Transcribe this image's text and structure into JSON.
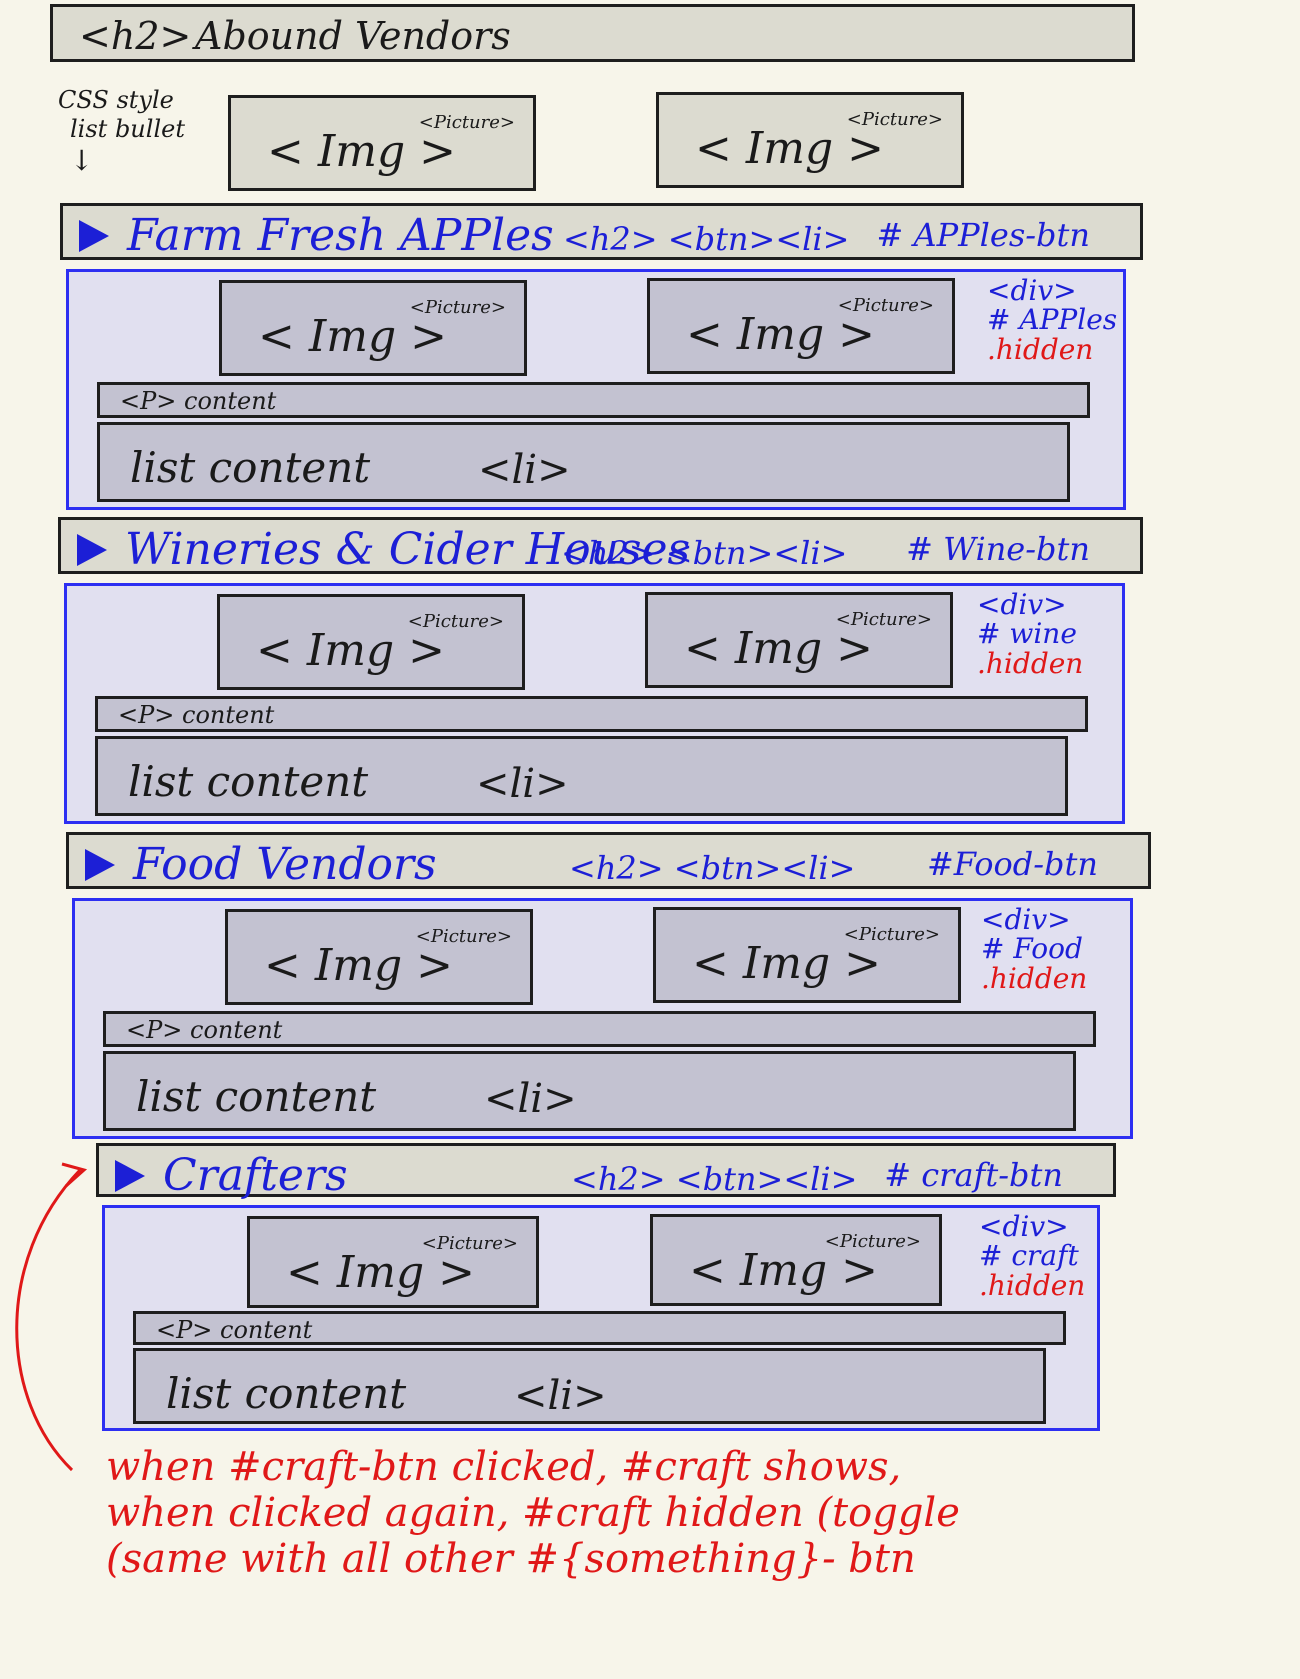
{
  "page_header": {
    "tag": "<h2>",
    "title": "Abound Vendors"
  },
  "bullet_note": {
    "line1": "CSS style",
    "line2": "list bullet",
    "arrow": "↓"
  },
  "picture_labels": {
    "img": "< Img >",
    "picture": "<Picture>"
  },
  "sections": [
    {
      "title": "Farm Fresh APPles",
      "tags": "<h2> <btn><li>",
      "btn_id": "# APPles-btn",
      "div_tag": "<div>",
      "div_id": "# APPles",
      "div_class": ".hidden",
      "p_label": "<P>   content",
      "list_label": "list content",
      "list_tag": "<li>"
    },
    {
      "title": "Wineries & Cider Houses",
      "tags": "<h2> <btn><li>",
      "btn_id": "# Wine-btn",
      "div_tag": "<div>",
      "div_id": "# wine",
      "div_class": ".hidden",
      "p_label": "<P>   content",
      "list_label": "list content",
      "list_tag": "<li>"
    },
    {
      "title": "Food Vendors",
      "tags": "<h2> <btn><li>",
      "btn_id": "#Food-btn",
      "div_tag": "<div>",
      "div_id": "# Food",
      "div_class": ".hidden",
      "p_label": "<P>   content",
      "list_label": "list content",
      "list_tag": "<li>"
    },
    {
      "title": "Crafters",
      "tags": "<h2> <btn><li>",
      "btn_id": "# craft-btn",
      "div_tag": "<div>",
      "div_id": "# craft",
      "div_class": ".hidden",
      "p_label": "<P>   content",
      "list_label": "list content",
      "list_tag": "<li>"
    }
  ],
  "annotation": {
    "line1": "when #craft-btn clicked, #craft shows,",
    "line2": "when clicked again, #craft hidden (toggle",
    "line3": "(same with all other #{something}- btn"
  }
}
